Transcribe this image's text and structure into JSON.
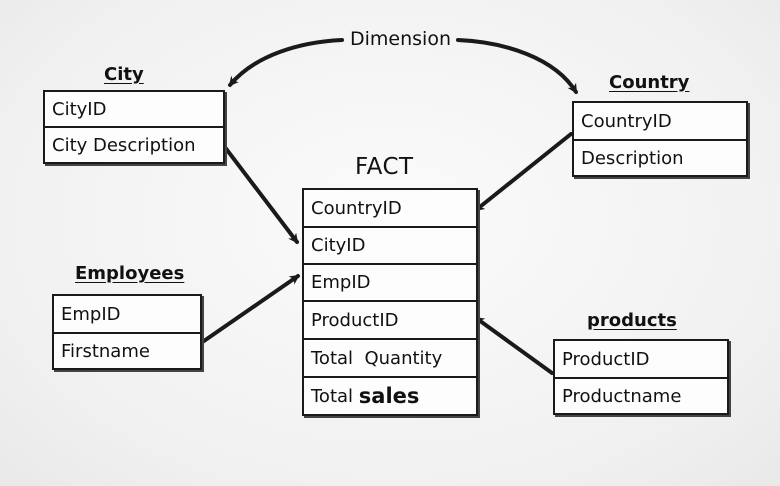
{
  "dimension_label": "Dimension",
  "fact": {
    "title": "FACT",
    "rows": [
      "CountryID",
      "CityID",
      "EmpID",
      "ProductID",
      "Total  Quantity",
      "Total"
    ],
    "last_row_emphasis": "sales"
  },
  "city": {
    "title": "City",
    "rows": [
      "CityID",
      "City Description"
    ]
  },
  "country": {
    "title": "Country",
    "rows": [
      "CountryID",
      "Description"
    ]
  },
  "employees": {
    "title": "Employees",
    "rows": [
      "EmpID",
      "Firstname"
    ]
  },
  "products": {
    "title": "products",
    "rows": [
      "ProductID",
      "Productname"
    ]
  },
  "colors": {
    "ink": "#1a1a1a",
    "background": "#f3f3f3"
  }
}
